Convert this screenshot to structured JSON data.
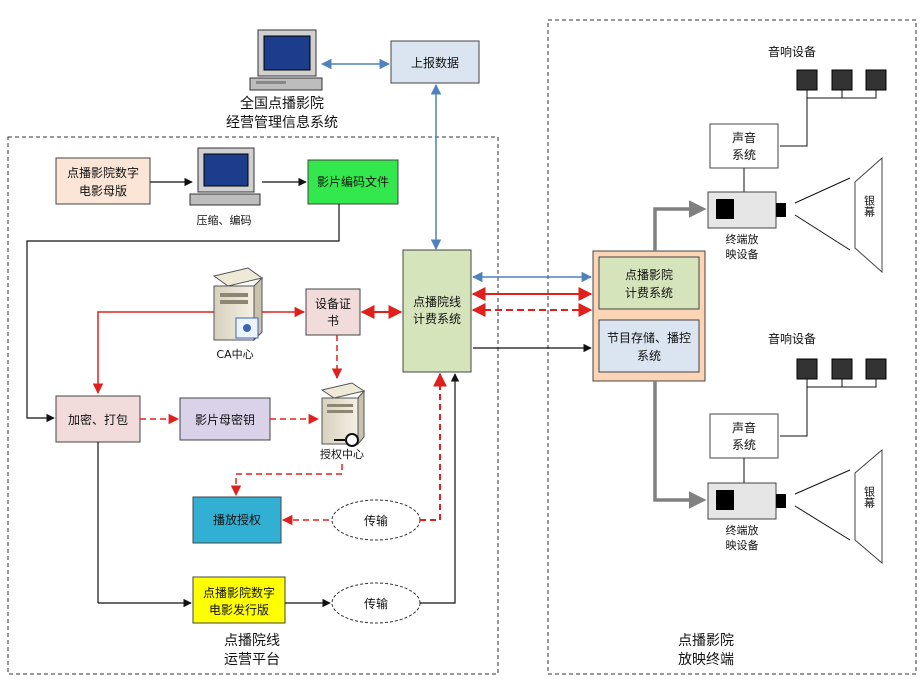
{
  "labels": {
    "report_data": "上报数据",
    "national_line1": "全国点播影院",
    "national_line2": "经营管理信息系统",
    "master_line1": "点播影院数字",
    "master_line2": "电影母版",
    "compress": "压缩、编码",
    "film_encode": "影片编码文件",
    "billing_line1": "点播院线",
    "billing_line2": "计费系统",
    "ca_center": "CA中心",
    "device_cert_line1": "设备证",
    "device_cert_line2": "书",
    "encrypt": "加密、打包",
    "master_key": "影片母密钥",
    "auth_center": "授权中心",
    "play_auth": "播放授权",
    "transfer1": "传输",
    "release_line1": "点播影院数字",
    "release_line2": "电影发行版",
    "transfer2": "传输",
    "platform_line1": "点播院线",
    "platform_line2": "运营平台",
    "cinema_billing_line1": "点播影院",
    "cinema_billing_line2": "计费系统",
    "storage_line1": "节目存储、播控",
    "storage_line2": "系统",
    "terminal_line1": "点播影院",
    "terminal_line2": "放映终端",
    "speaker_top": "音响设备",
    "sound_top_line1": "声音",
    "sound_top_line2": "系统",
    "projector_top_line1": "终端放",
    "projector_top_line2": "映设备",
    "screen_top": "银幕",
    "speaker_bottom": "音响设备",
    "sound_bottom_line1": "声音",
    "sound_bottom_line2": "系统",
    "projector_bottom_line1": "终端放",
    "projector_bottom_line2": "映设备",
    "screen_bottom": "银幕"
  },
  "colors": {
    "report_box": "#dbe5f1",
    "master_box": "#fbe5d6",
    "film_encode_box": "#33e84c",
    "billing_box": "#d6e4bc",
    "cert_box": "#f2dcdb",
    "encrypt_box": "#f2dcdb",
    "key_box": "#d9d2e9",
    "play_auth_box": "#31b0d4",
    "release_box": "#ffff00",
    "cinema_outer": "#fbd5b5",
    "cinema_billing_box": "#d6e4bc",
    "storage_box": "#dbe5f1",
    "red_arrow": "#e0201c",
    "blue_arrow": "#4f81bd",
    "gray_arrow": "#808080"
  }
}
